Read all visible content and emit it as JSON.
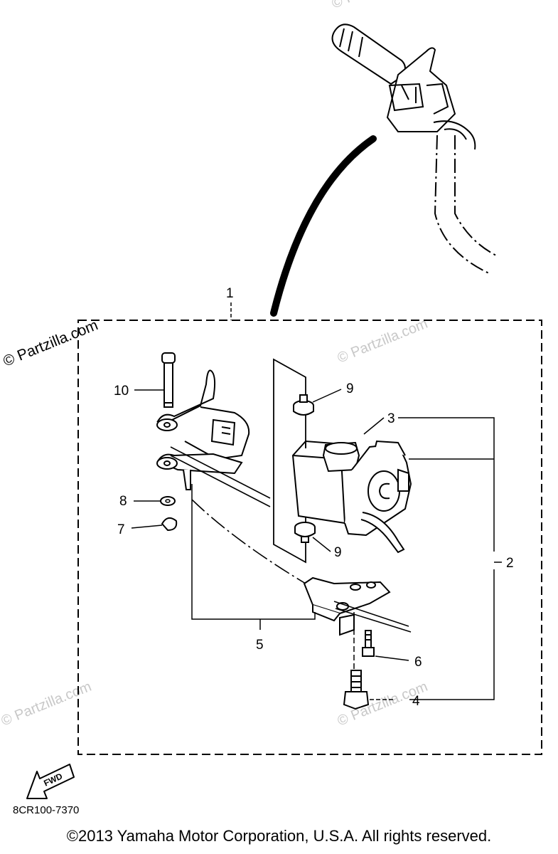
{
  "diagram": {
    "callouts": {
      "c1": "1",
      "c2": "2",
      "c3": "3",
      "c4": "4",
      "c5": "5",
      "c6": "6",
      "c7": "7",
      "c8": "8",
      "c9a": "9",
      "c9b": "9",
      "c10": "10"
    },
    "fwd_label": "FWD",
    "part_code": "8CR100-7370"
  },
  "watermarks": {
    "primary": "© Partzilla.com",
    "faint": "© Partzilla.com"
  },
  "footer": {
    "copyright": "©2013 Yamaha Motor Corporation, U.S.A. All rights reserved."
  },
  "colors": {
    "ink": "#000000",
    "watermark": "#c8c8c8"
  }
}
